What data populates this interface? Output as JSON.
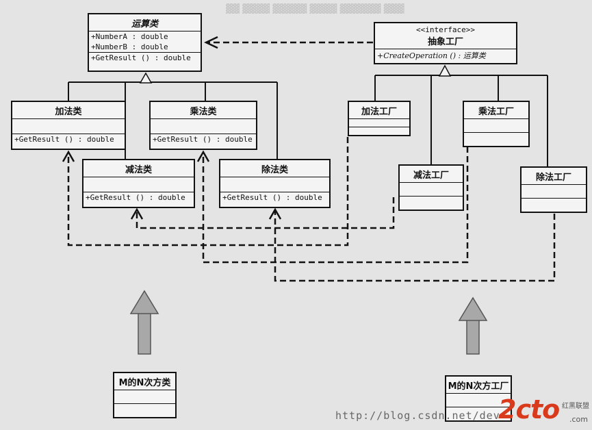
{
  "classes": {
    "operation": {
      "name": "运算类",
      "attributes": [
        "+NumberA  : double",
        "+NumberB  : double"
      ],
      "methods": [
        "+GetResult () : double"
      ]
    },
    "add": {
      "name": "加法类",
      "methods": [
        "+GetResult () : double"
      ]
    },
    "sub": {
      "name": "减法类",
      "methods": [
        "+GetResult () : double"
      ]
    },
    "mul": {
      "name": "乘法类",
      "methods": [
        "+GetResult () : double"
      ]
    },
    "div": {
      "name": "除法类",
      "methods": [
        "+GetResult () : double"
      ]
    },
    "mn": {
      "name": "M的N次方类"
    }
  },
  "factories": {
    "abstract": {
      "stereotype": "<<interface>>",
      "name": "抽象工厂",
      "methods": [
        "+CreateOperation () : 运算类"
      ]
    },
    "add": {
      "name": "加法工厂"
    },
    "sub": {
      "name": "减法工厂"
    },
    "mul": {
      "name": "乘法工厂"
    },
    "div": {
      "name": "除法工厂"
    },
    "mn": {
      "name": "M的N次方工厂"
    }
  },
  "watermark": {
    "url": "http://blog.csdn.net/dev",
    "logo": "2cto",
    "logo_sub": "红黑联盟",
    "logo_com": ".com"
  },
  "colors": {
    "line": "#111111",
    "arrow_fill": "#a8a8a8",
    "logo": "#d93a1c"
  }
}
